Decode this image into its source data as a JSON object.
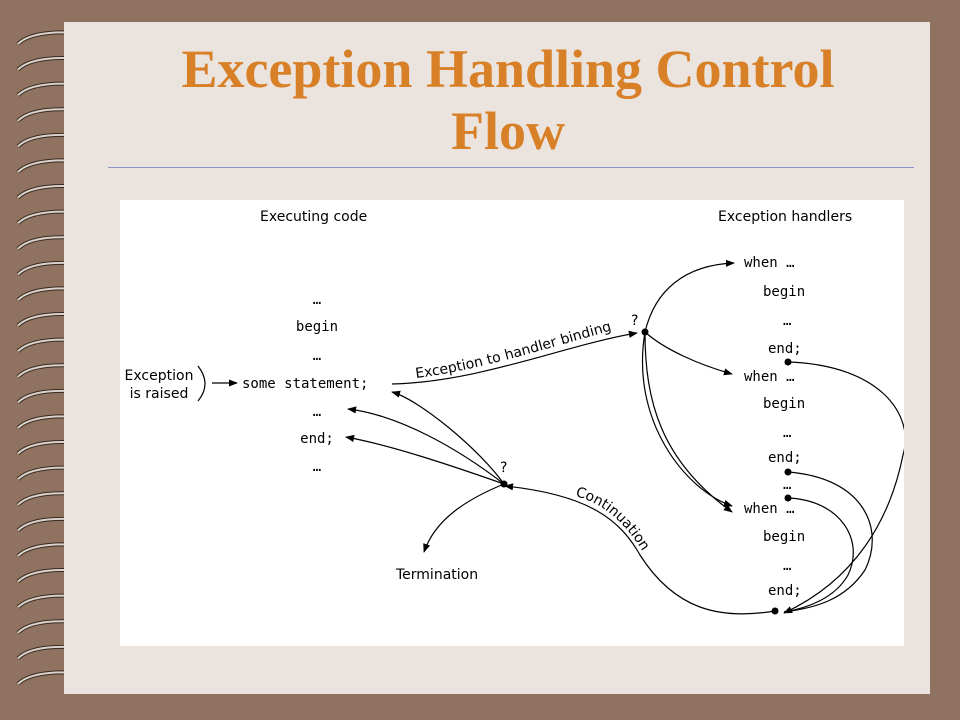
{
  "title": "Exception Handling Control Flow",
  "diagram": {
    "executing_code_label": "Executing code",
    "handlers_label": "Exception handlers",
    "code_lines": [
      "…",
      "begin",
      "…",
      "some statement;",
      "…",
      "end;",
      "…"
    ],
    "exception_raised_line1": "Exception",
    "exception_raised_line2": "is raised",
    "binding_label": "Exception to handler binding",
    "binding_question": "?",
    "return_question": "?",
    "continuation_label": "Continuation",
    "termination_label": "Termination",
    "handler1": [
      "when …",
      "begin",
      "…",
      "end;"
    ],
    "handler2": [
      "when …",
      "begin",
      "…",
      "end;"
    ],
    "handler_gap": "…",
    "handler3": [
      "when …",
      "begin",
      "…",
      "end;"
    ]
  }
}
